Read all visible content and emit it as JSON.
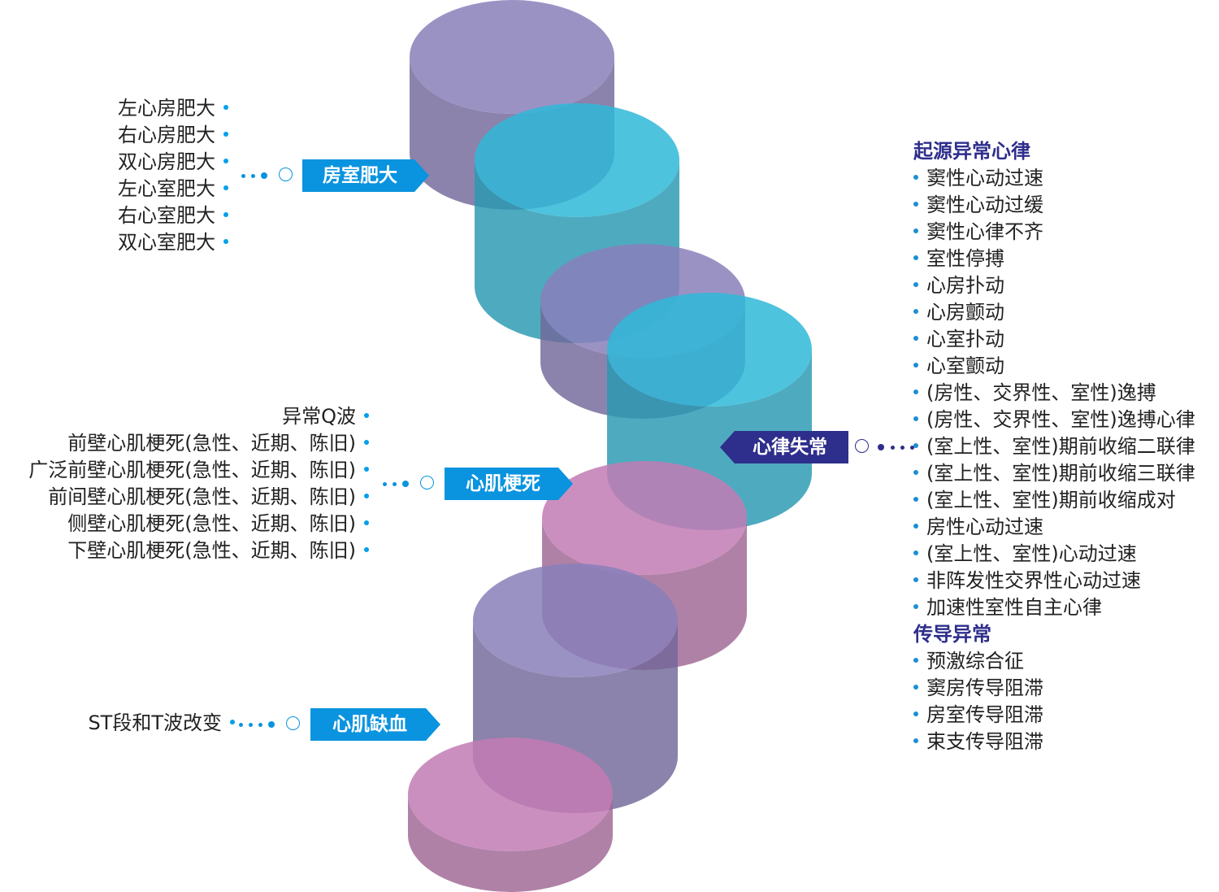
{
  "colors": {
    "cylinder_purple": "#8a7fba",
    "cylinder_blue": "#2fb9d8",
    "cylinder_pink": "#c27bb4",
    "tag_blue": "#0a93df",
    "tag_navy": "#2e2e8c",
    "heading": "#2e2e8c"
  },
  "tags": {
    "hypertrophy": "房室肥大",
    "infarction": "心肌梗死",
    "ischemia": "心肌缺血",
    "arrhythmia": "心律失常"
  },
  "hypertrophy_items": [
    "左心房肥大",
    "右心房肥大",
    "双心房肥大",
    "左心室肥大",
    "右心室肥大",
    "双心室肥大"
  ],
  "infarction_items": [
    "异常Q波",
    "前壁心肌梗死(急性、近期、陈旧)",
    "广泛前壁心肌梗死(急性、近期、陈旧)",
    "前间壁心肌梗死(急性、近期、陈旧)",
    "侧壁心肌梗死(急性、近期、陈旧)",
    "下壁心肌梗死(急性、近期、陈旧)"
  ],
  "ischemia_items": [
    "ST段和T波改变"
  ],
  "arrhythmia": {
    "origin_heading": "起源异常心律",
    "origin_items": [
      "窦性心动过速",
      "窦性心动过缓",
      "窦性心律不齐",
      "室性停搏",
      "心房扑动",
      "心房颤动",
      "心室扑动",
      "心室颤动",
      "(房性、交界性、室性)逸搏",
      "(房性、交界性、室性)逸搏心律",
      "(室上性、室性)期前收缩二联律",
      "(室上性、室性)期前收缩三联律",
      "(室上性、室性)期前收缩成对",
      "房性心动过速",
      "(室上性、室性)心动过速",
      "非阵发性交界性心动过速",
      "加速性室性自主心律"
    ],
    "conduction_heading": "传导异常",
    "conduction_items": [
      "预激综合征",
      "窦房传导阻滞",
      "房室传导阻滞",
      "束支传导阻滞"
    ]
  }
}
